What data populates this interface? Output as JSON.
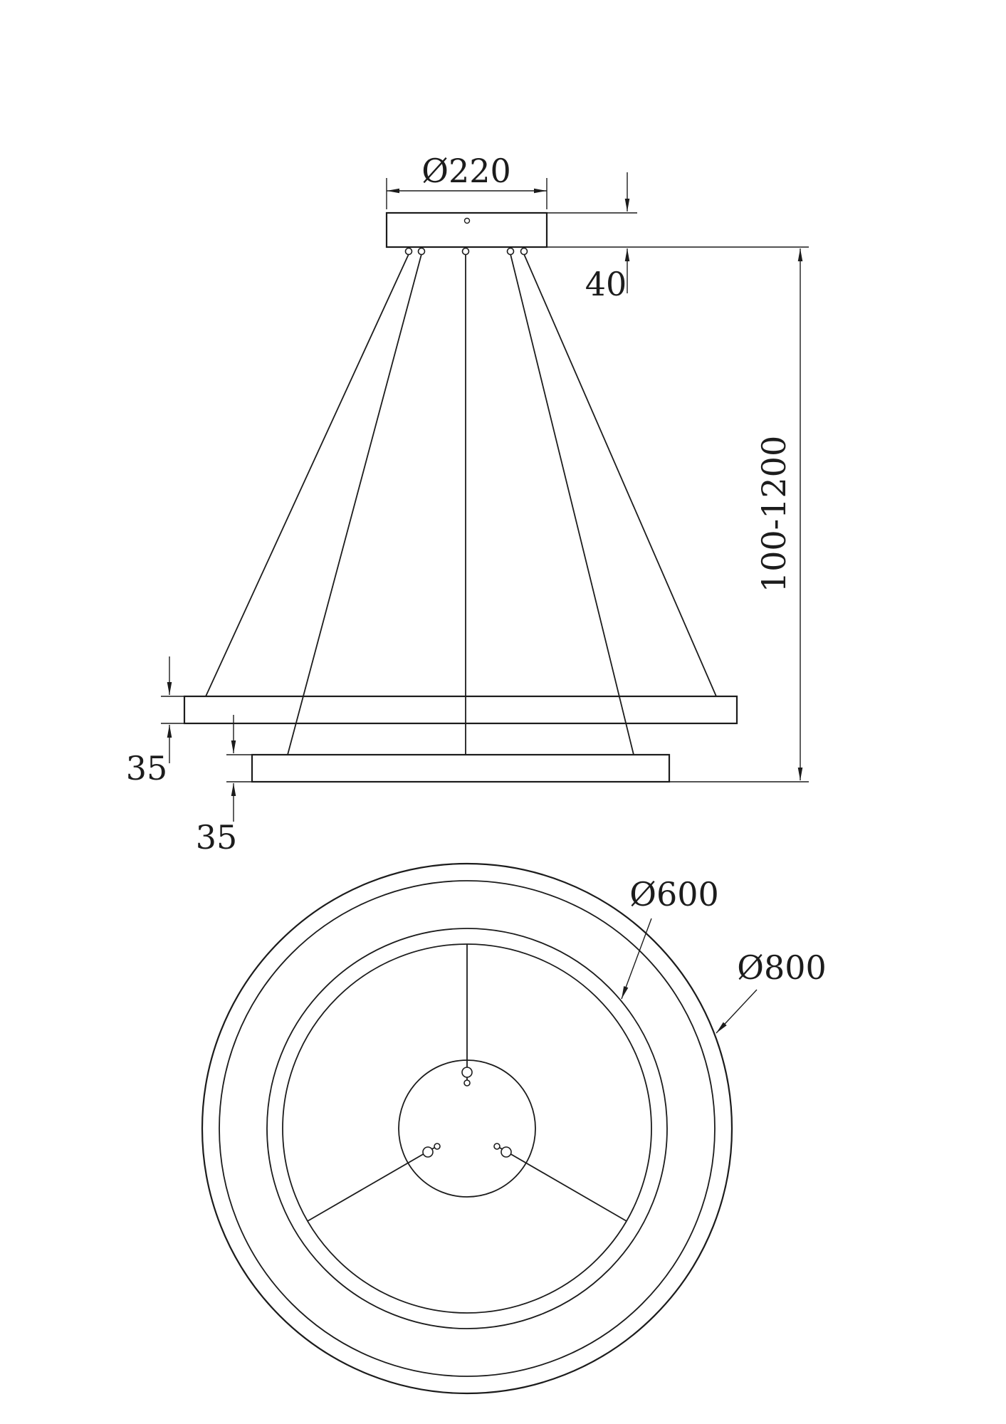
{
  "drawing": {
    "kind": "pendant-lamp-dimension-drawing",
    "colors": {
      "line": "#1c1c1c",
      "background": "#ffffff"
    },
    "side": {
      "canopy_diameter": "Ø220",
      "canopy_height": "40",
      "suspension_length": "100-1200",
      "upper_ring_thickness": "35",
      "lower_ring_thickness": "35"
    },
    "plan": {
      "inner_diameter": "Ø600",
      "outer_diameter": "Ø800"
    }
  }
}
